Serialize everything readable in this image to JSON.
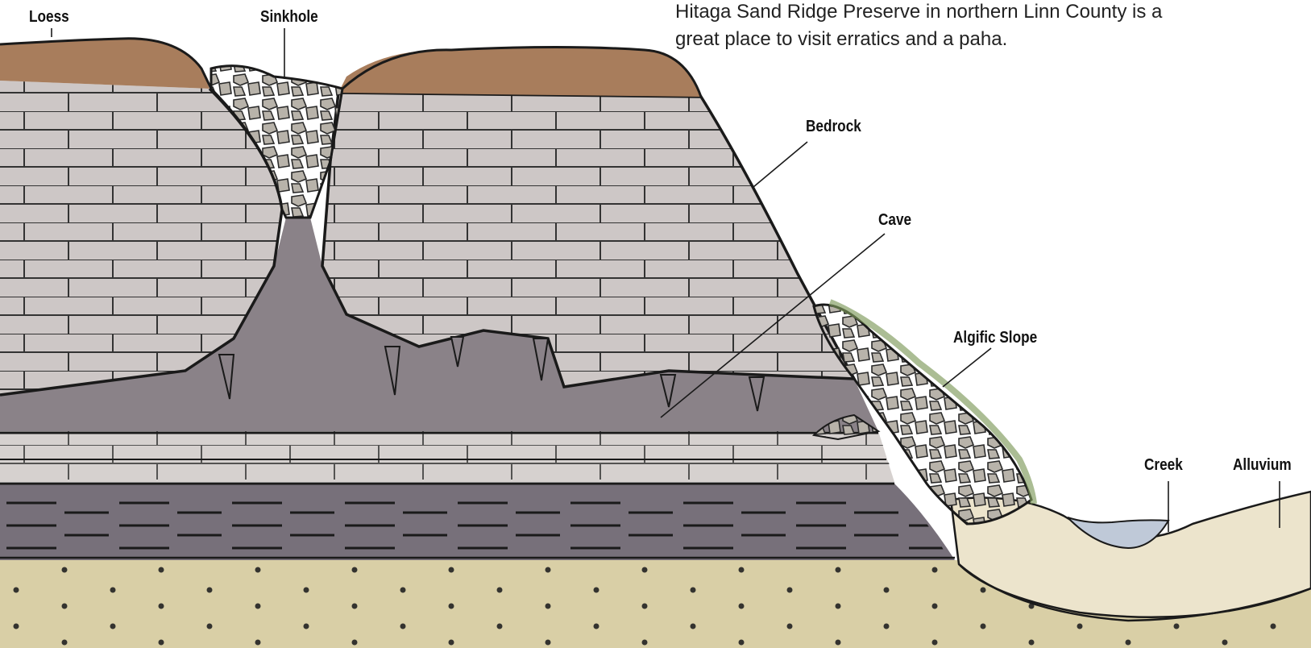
{
  "caption": {
    "line1": "Hitaga Sand Ridge Preserve in northern Linn County is a",
    "line2": "great place to visit erratics and a paha."
  },
  "labels": {
    "loess": "Loess",
    "sinkhole": "Sinkhole",
    "bedrock": "Bedrock",
    "cave": "Cave",
    "algific_slope": "Algific Slope",
    "creek": "Creek",
    "alluvium": "Alluvium"
  },
  "colors": {
    "loess": "#a87d5c",
    "bedrock": "#cdc7c6",
    "cave": "#8a8288",
    "shale": "#77707a",
    "sand": "#d9cfa6",
    "alluvium": "#ece4cc",
    "creek": "#bfc9d8",
    "rubble": "#aba69c",
    "moss": "#7e9a5a",
    "ink": "#1a1a1a"
  }
}
